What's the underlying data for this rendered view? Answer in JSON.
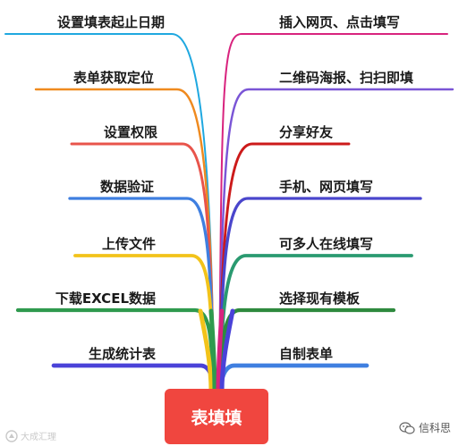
{
  "center": {
    "label": "表填填"
  },
  "left_branches": [
    {
      "label": "设置填表起止日期",
      "color": "#1fa8e0"
    },
    {
      "label": "表单获取定位",
      "color": "#ef8a1f"
    },
    {
      "label": "设置权限",
      "color": "#e8544b"
    },
    {
      "label": "数据验证",
      "color": "#3f7fe0"
    },
    {
      "label": "上传文件",
      "color": "#f2c31a"
    },
    {
      "label": "下载EXCEL数据",
      "color": "#2f9a4e"
    },
    {
      "label": "生成统计表",
      "color": "#4a42d8"
    }
  ],
  "right_branches": [
    {
      "label": "插入网页、点击填写",
      "color": "#d8237e"
    },
    {
      "label": "二维码海报、扫扫即填",
      "color": "#7a55d6"
    },
    {
      "label": "分享好友",
      "color": "#cc1a1a"
    },
    {
      "label": "手机、网页填写",
      "color": "#4a46cc"
    },
    {
      "label": "可多人在线填写",
      "color": "#2a9a70"
    },
    {
      "label": "选择现有模板",
      "color": "#2e8a3e"
    },
    {
      "label": "自制表单",
      "color": "#3f7fe0"
    }
  ],
  "watermarks": {
    "left": "大成汇理",
    "right": "信科思"
  }
}
